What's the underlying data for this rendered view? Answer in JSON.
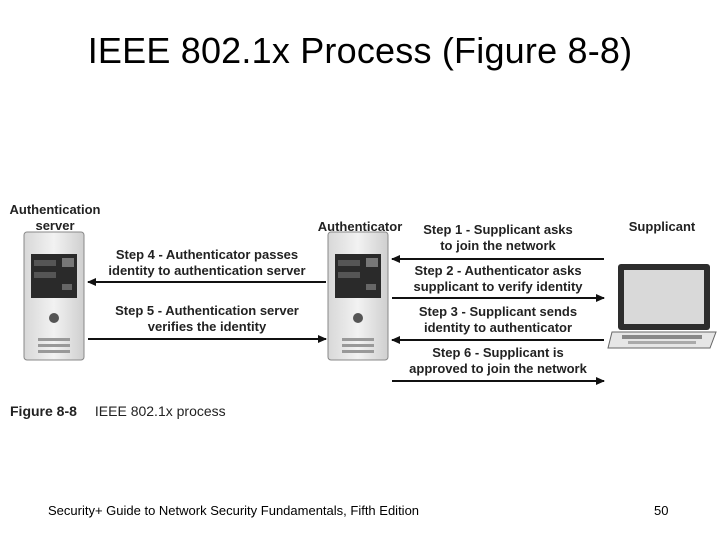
{
  "slide": {
    "title": "IEEE 802.1x Process (Figure 8-8)"
  },
  "figure": {
    "labels": {
      "auth_server": "Authentication\nserver",
      "authenticator": "Authenticator",
      "supplicant": "Supplicant"
    },
    "steps": {
      "step1": "Step 1 - Supplicant asks\nto join the network",
      "step2": "Step 2 - Authenticator asks\nsupplicant to verify identity",
      "step3": "Step 3 - Supplicant sends\nidentity to authenticator",
      "step4": "Step 4 - Authenticator passes\nidentity to authentication server",
      "step5": "Step 5 - Authentication server\nverifies the identity",
      "step6": "Step 6 - Supplicant is\napproved to join the network"
    },
    "caption": {
      "number": "Figure 8-8",
      "text": "IEEE 802.1x process"
    }
  },
  "footer": {
    "book": "Security+ Guide to Network Security Fundamentals, Fifth Edition",
    "page": "50"
  }
}
